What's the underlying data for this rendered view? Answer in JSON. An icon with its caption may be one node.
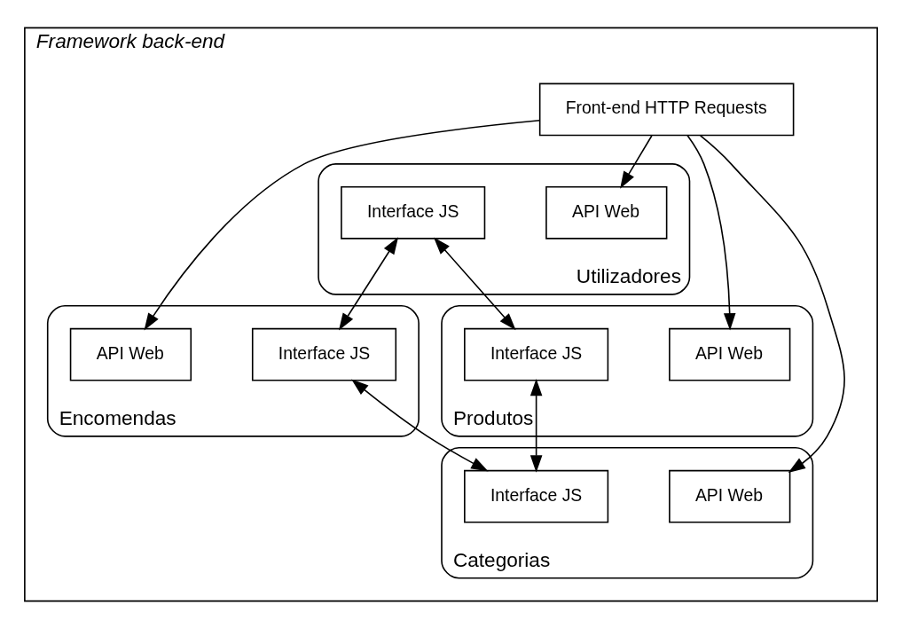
{
  "diagram": {
    "nodes": [
      {
        "text": [
          "Framework back-end"
        ]
      },
      {
        "text": [
          "Front-end HTTP Requests"
        ],
        "in": 0
      },
      {
        "text": [
          "Utilizadores"
        ],
        "in": 0
      },
      {
        "text": [
          "API Web"
        ],
        "in": 2
      },
      {
        "text": [
          "Interface JS"
        ],
        "in": 2
      },
      {
        "text": [
          "Encomendas"
        ],
        "in": 0
      },
      {
        "text": [
          "API Web"
        ],
        "in": 5
      },
      {
        "text": [
          "Interface JS"
        ],
        "in": 5
      },
      {
        "text": [
          "Produtos"
        ],
        "in": 0
      },
      {
        "text": [
          "API Web"
        ],
        "in": 8
      },
      {
        "text": [
          "Interface JS"
        ],
        "in": 8
      },
      {
        "text": [
          "Categorias"
        ],
        "in": 0
      },
      {
        "text": [
          "API Web"
        ],
        "in": 11
      },
      {
        "text": [
          "Interface JS"
        ],
        "in": 11
      }
    ],
    "edges": [
      {
        "from": 1,
        "to": 3,
        "arrow": "to"
      },
      {
        "from": 1,
        "to": 6,
        "arrow": "to"
      },
      {
        "from": 1,
        "to": 9,
        "arrow": "to"
      },
      {
        "from": 1,
        "to": 12,
        "arrow": "to"
      },
      {
        "from": 4,
        "to": 7,
        "arrow": "both"
      },
      {
        "from": 10,
        "to": 13,
        "arrow": "both"
      },
      {
        "from": 4,
        "to": 10,
        "arrow": "both"
      },
      {
        "from": 7,
        "to": 13,
        "arrow": "both"
      }
    ]
  }
}
